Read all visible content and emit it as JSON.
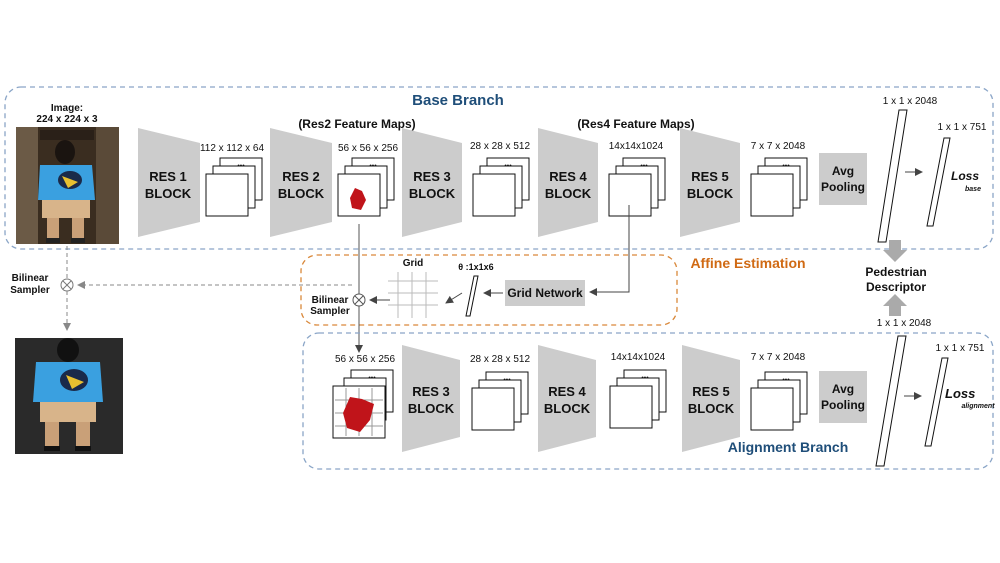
{
  "base_branch": {
    "title": "Base Branch",
    "input_label_1": "Image:",
    "input_label_2": "224 x 224 x 3",
    "blocks": [
      {
        "line1": "RES 1",
        "line2": "BLOCK"
      },
      {
        "line1": "RES 2",
        "line2": "BLOCK"
      },
      {
        "line1": "RES 3",
        "line2": "BLOCK"
      },
      {
        "line1": "RES 4",
        "line2": "BLOCK"
      },
      {
        "line1": "RES 5",
        "line2": "BLOCK"
      }
    ],
    "dims": [
      "112 x 112 x 64",
      "56 x 56 x 256",
      "28 x 28 x 512",
      "14x14x1024",
      "7 x 7 x 2048"
    ],
    "res2_caption": "(Res2 Feature Maps)",
    "res4_caption": "(Res4 Feature Maps)",
    "pool_line1": "Avg",
    "pool_line2": "Pooling",
    "fc1_dim": "1 x 1 x 2048",
    "fc2_dim": "1 x 1 x 751",
    "loss": "Loss",
    "loss_sub": "base"
  },
  "affine": {
    "title": "Affine Estimation",
    "grid_label": "Grid",
    "theta_label": "θ :1x1x6",
    "grid_network": "Grid Network",
    "sampler_line1": "Bilinear",
    "sampler_line2": "Sampler"
  },
  "left_sampler": {
    "line1": "Bilinear",
    "line2": "Sampler"
  },
  "descriptor": {
    "line1": "Pedestrian",
    "line2": "Descriptor"
  },
  "alignment_branch": {
    "title": "Alignment Branch",
    "blocks": [
      {
        "line1": "RES 3",
        "line2": "BLOCK"
      },
      {
        "line1": "RES 4",
        "line2": "BLOCK"
      },
      {
        "line1": "RES 5",
        "line2": "BLOCK"
      }
    ],
    "dims": [
      "56 x 56 x 256",
      "28 x 28 x 512",
      "14x14x1024",
      "7 x 7 x 2048"
    ],
    "pool_line1": "Avg",
    "pool_line2": "Pooling",
    "fc1_dim": "1 x 1 x 2048",
    "fc2_dim": "1 x 1 x 751",
    "loss": "Loss",
    "loss_sub": "alignment"
  },
  "ellipsis": "•••",
  "colors": {
    "block_fill": "#cccccc",
    "dash_blue": "#8aa5c7",
    "dash_orange": "#d9883a",
    "title_blue": "#1f4e79",
    "affine_orange": "#d06a14",
    "shirt_blue": "#3aa0e0",
    "mask_red": "#c0141a"
  }
}
